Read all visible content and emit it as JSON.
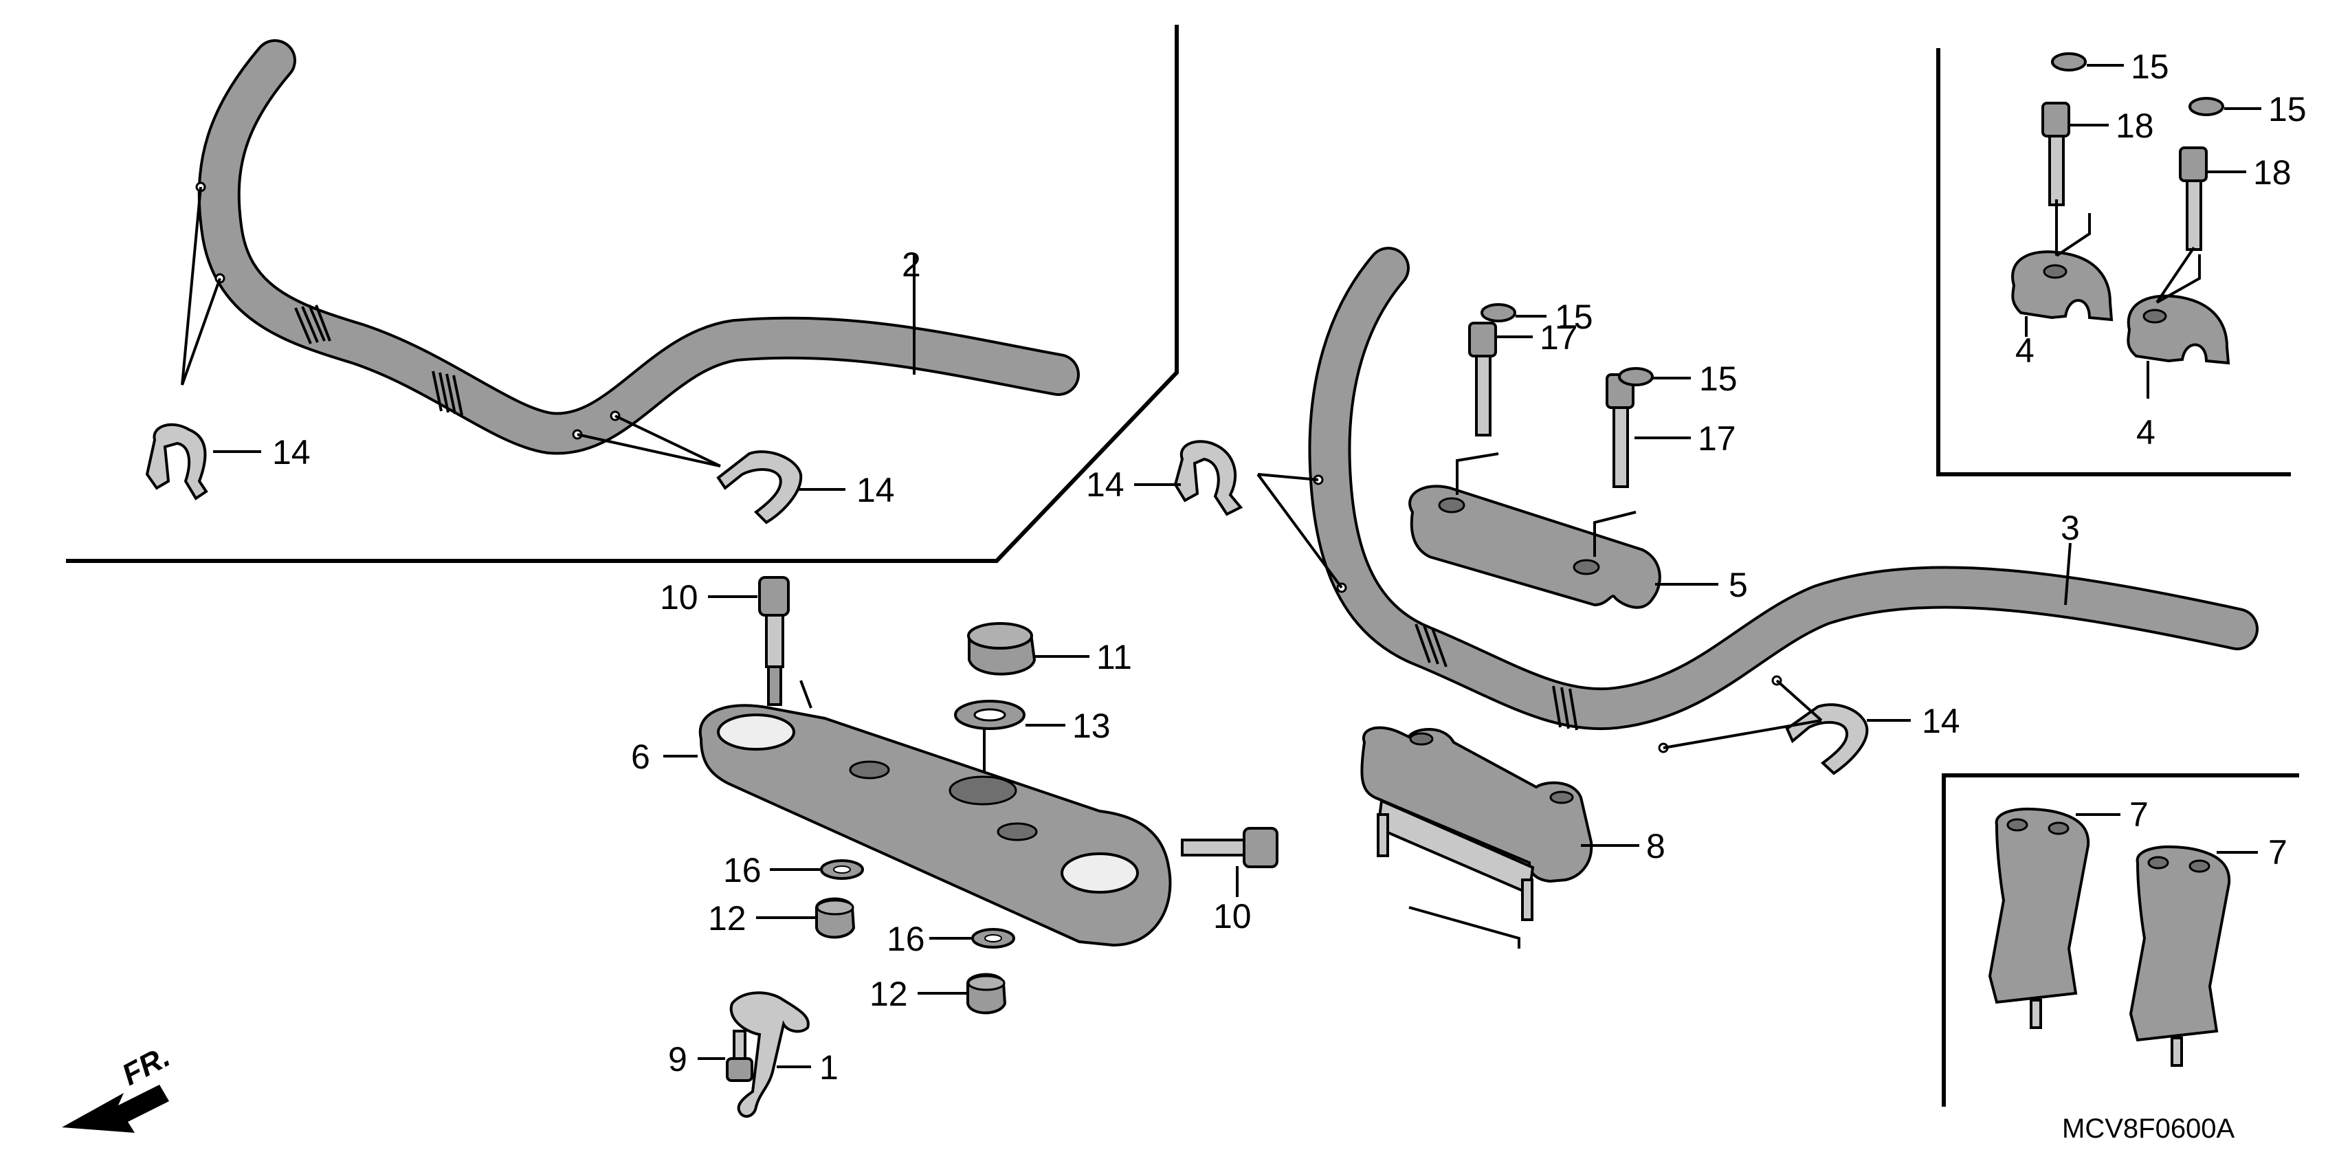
{
  "diagram": {
    "code": "MCV8F0600A",
    "front_marker": "FR.",
    "callouts": {
      "c1": "1",
      "c2": "2",
      "c3": "3",
      "c4a": "4",
      "c4b": "4",
      "c5": "5",
      "c6": "6",
      "c7a": "7",
      "c7b": "7",
      "c8": "8",
      "c9": "9",
      "c10a": "10",
      "c10b": "10",
      "c11": "11",
      "c12a": "12",
      "c12b": "12",
      "c13": "13",
      "c14a": "14",
      "c14b": "14",
      "c14c": "14",
      "c14d": "14",
      "c15a": "15",
      "c15b": "15",
      "c15c": "15",
      "c15d": "15",
      "c16a": "16",
      "c16b": "16",
      "c17a": "17",
      "c17b": "17",
      "c18a": "18",
      "c18b": "18"
    }
  }
}
